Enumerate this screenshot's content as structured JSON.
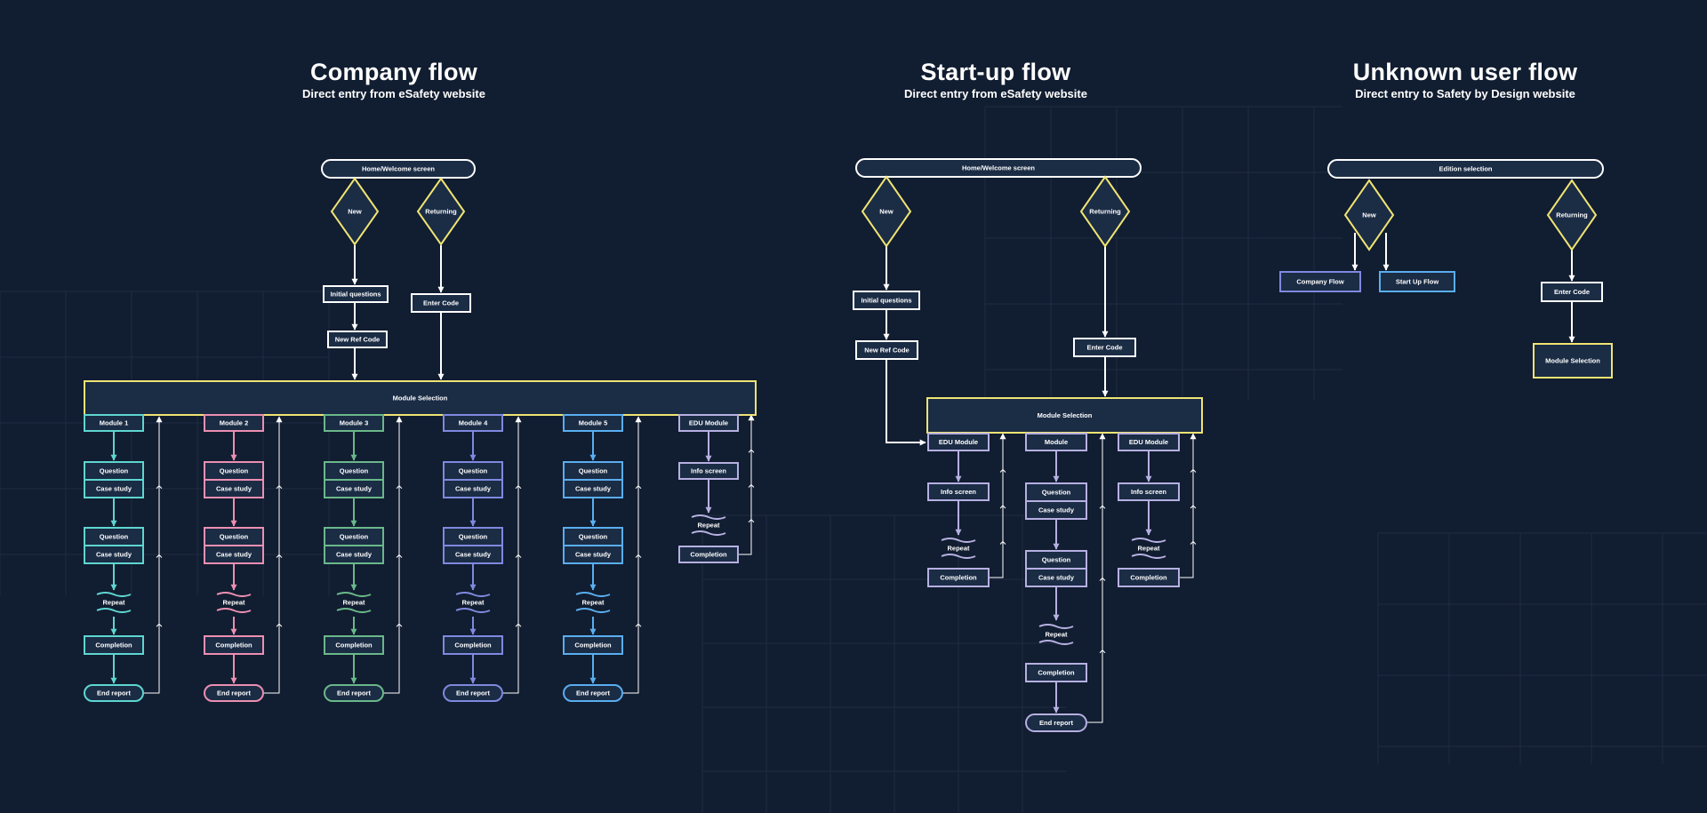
{
  "colors": {
    "background": "#111d30",
    "node_fill": "#1b2c45",
    "white": "#ffffff",
    "yellow": "#f0e473",
    "teal": "#5ed6d0",
    "pink": "#ec8fb2",
    "green": "#6ab88a",
    "indigo": "#7f89df",
    "sky": "#5aaef0",
    "lavender": "#b6b0e2",
    "grid": "#2a3a52"
  },
  "sections": {
    "company": {
      "title": "Company flow",
      "subtitle": "Direct entry from eSafety website"
    },
    "startup": {
      "title": "Start-up flow",
      "subtitle": "Direct entry from eSafety website"
    },
    "unknown": {
      "title": "Unknown user flow",
      "subtitle": "Direct entry to Safety by Design website"
    }
  },
  "labels": {
    "home": "Home/Welcome screen",
    "edition_selection": "Edition selection",
    "new": "New",
    "returning": "Returning",
    "initial_questions": "Initial questions",
    "new_ref_code": "New Ref Code",
    "enter_code": "Enter Code",
    "module_selection": "Module Selection",
    "question": "Question",
    "case_study": "Case study",
    "repeat": "Repeat",
    "completion": "Completion",
    "end_report": "End report",
    "info_screen": "Info screen",
    "edu_module": "EDU Module",
    "module": "Module",
    "company_flow": "Company Flow",
    "start_up_flow": "Start Up Flow"
  },
  "company_modules": [
    {
      "label": "Module 1",
      "color": "teal"
    },
    {
      "label": "Module 2",
      "color": "pink"
    },
    {
      "label": "Module 3",
      "color": "green"
    },
    {
      "label": "Module 4",
      "color": "indigo"
    },
    {
      "label": "Module 5",
      "color": "sky"
    }
  ],
  "company_edu": {
    "label": "EDU Module",
    "color": "lavender"
  },
  "startup_columns": [
    {
      "type": "edu",
      "label": "EDU Module",
      "color": "lavender"
    },
    {
      "type": "module",
      "label": "Module",
      "color": "lavender"
    },
    {
      "type": "edu",
      "label": "EDU Module",
      "color": "lavender"
    }
  ]
}
